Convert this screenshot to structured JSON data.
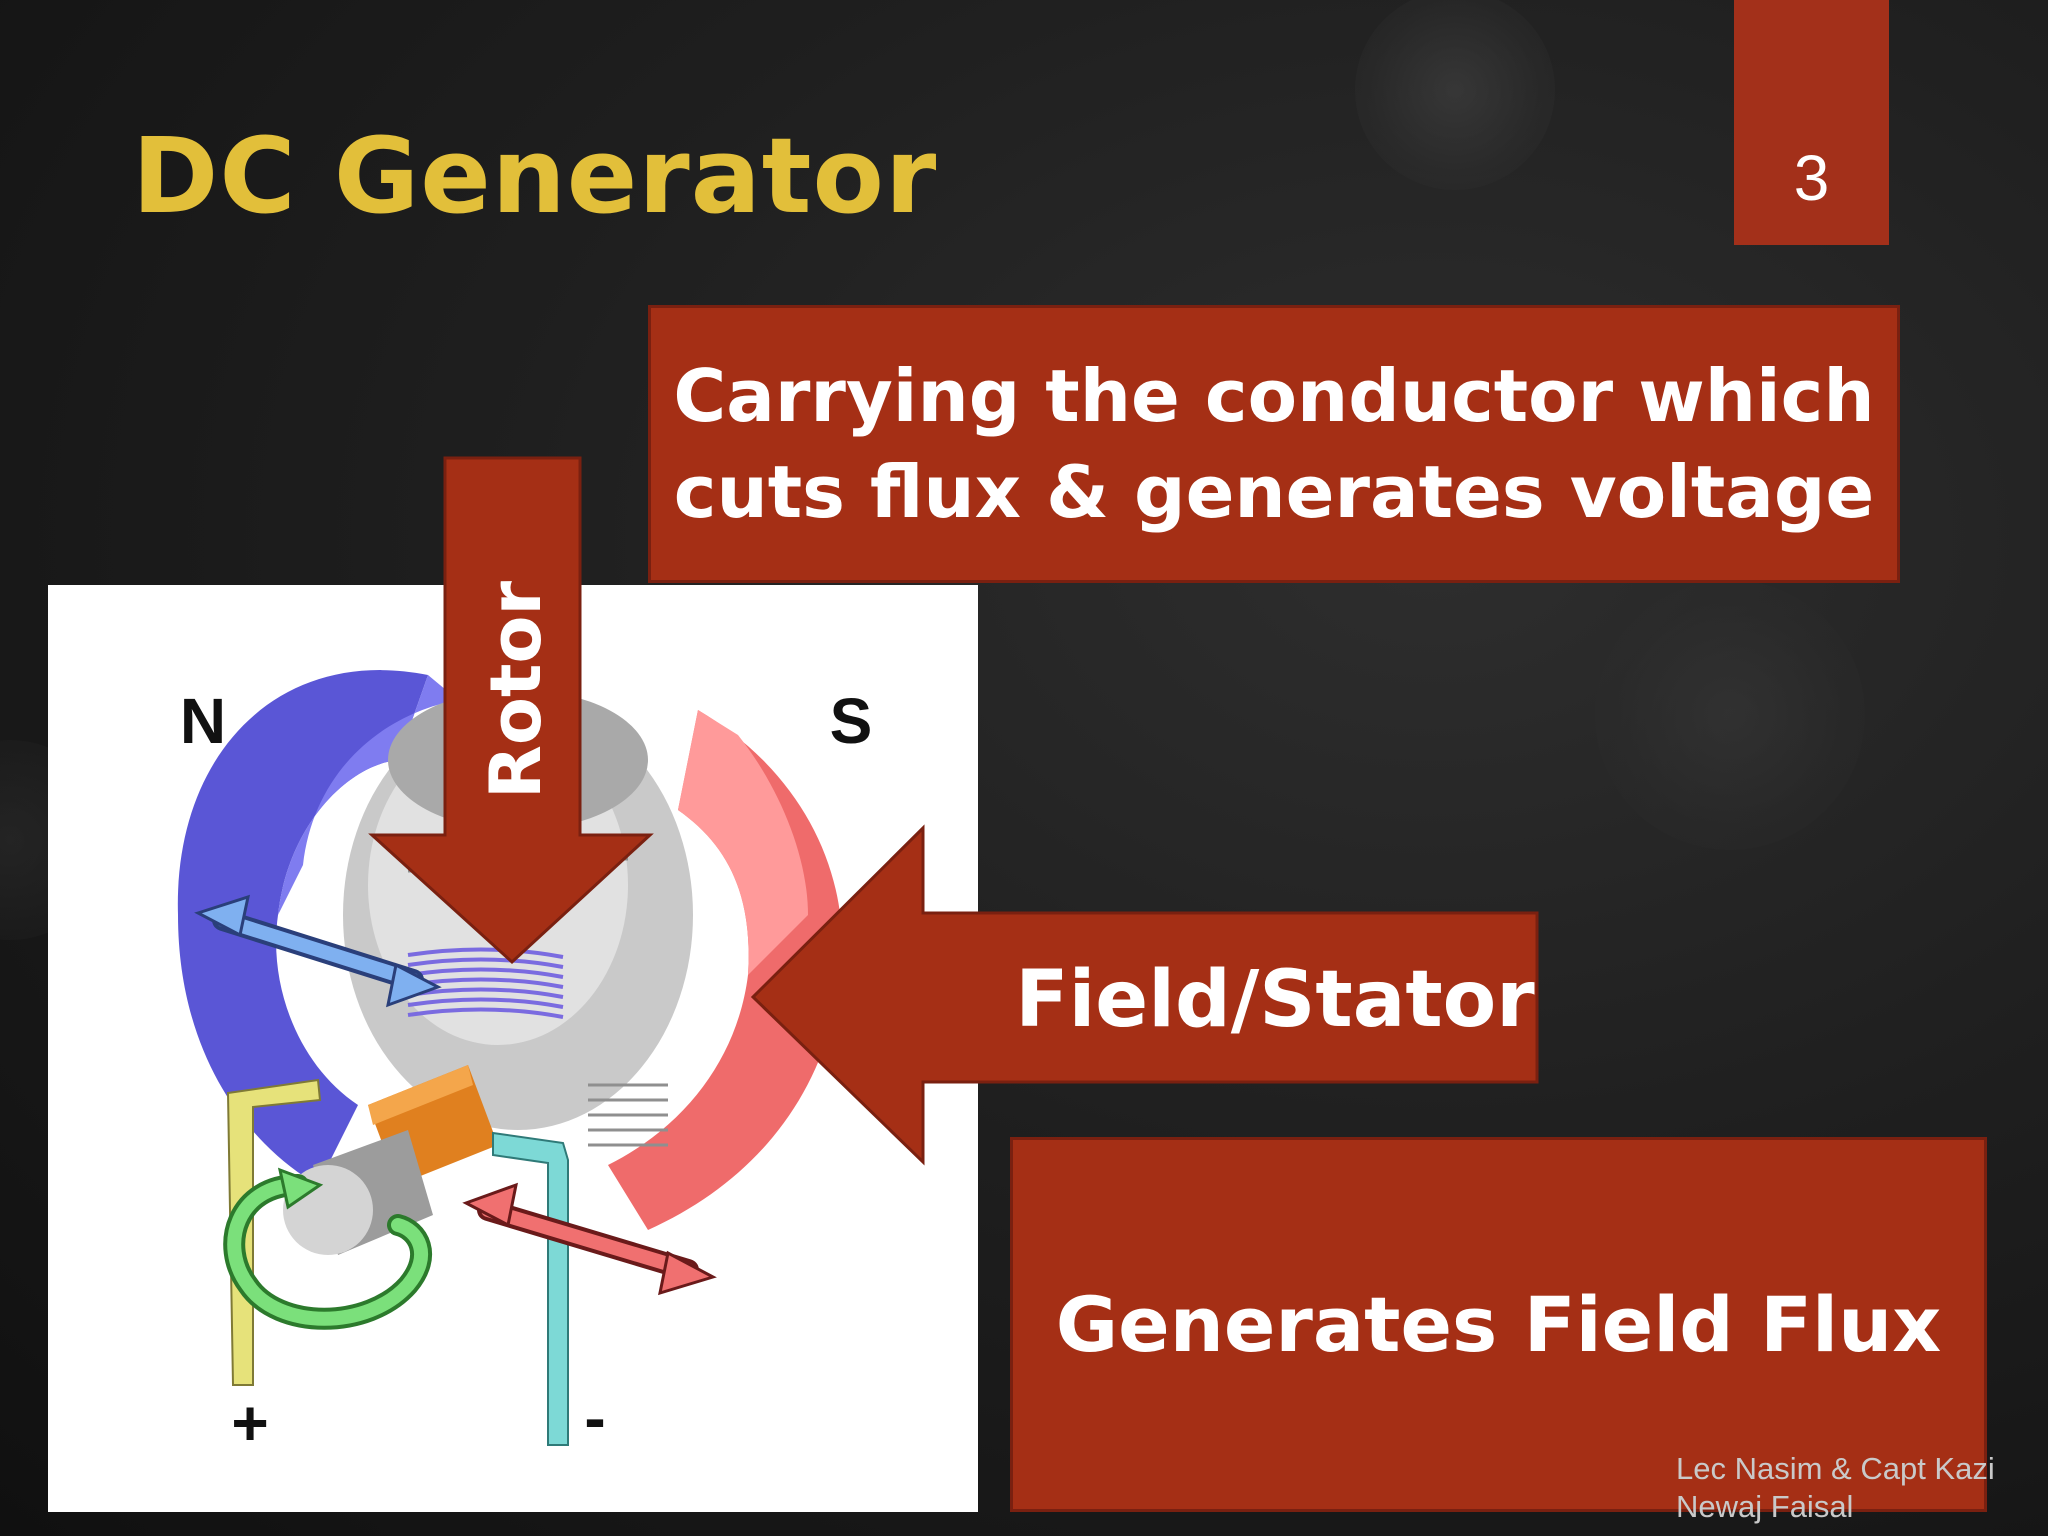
{
  "slide": {
    "title": "DC Generator",
    "page_number": "3",
    "accent_color": "#a52f15",
    "title_color": "#e2bf3a"
  },
  "callouts": {
    "rotor_description_line1": "Carrying the conductor which",
    "rotor_description_line2": "cuts flux & generates voltage",
    "rotor_label": "Rotor",
    "field_label": "Field/Stator",
    "field_description": "Generates Field Flux"
  },
  "diagram": {
    "north_label": "N",
    "south_label": "S",
    "plus_label": "+",
    "minus_label": "-"
  },
  "footer": {
    "credit_line1": "Lec Nasim & Capt Kazi",
    "credit_line2": "Newaj Faisal"
  }
}
